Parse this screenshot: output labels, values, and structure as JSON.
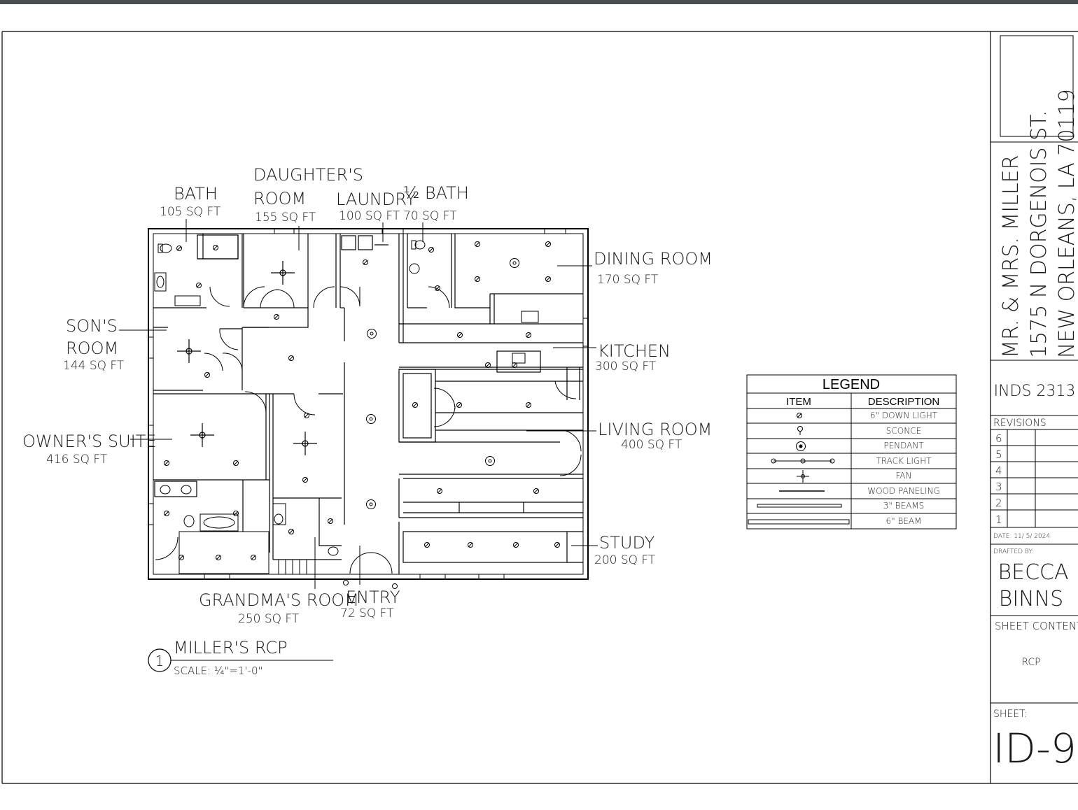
{
  "sheet": {
    "plan_title": "MILLER'S RCP",
    "plan_number": "1",
    "scale": "SCALE: ¼\"=1'-0\""
  },
  "rooms": [
    {
      "name": "BATH",
      "area": "105 SQ FT"
    },
    {
      "name_line1": "DAUGHTER'S",
      "name_line2": "ROOM",
      "area": "155 SQ FT"
    },
    {
      "name": "LAUNDRY",
      "area": "100 SQ FT"
    },
    {
      "name": "½ BATH",
      "area": "70 SQ FT"
    },
    {
      "name": "DINING ROOM",
      "area": "170 SQ FT"
    },
    {
      "name_line1": "SON'S",
      "name_line2": "ROOM",
      "area": "144 SQ FT"
    },
    {
      "name": "KITCHEN",
      "area": "300 SQ FT"
    },
    {
      "name": "OWNER'S SUITE",
      "area": "416 SQ FT"
    },
    {
      "name": "LIVING ROOM",
      "area": "400 SQ FT"
    },
    {
      "name": "STUDY",
      "area": "200 SQ FT"
    },
    {
      "name": "GRANDMA'S ROOM",
      "area": "250 SQ FT"
    },
    {
      "name": "ENTRY",
      "area": "72 SQ FT"
    }
  ],
  "legend": {
    "title": "LEGEND",
    "col_item": "ITEM",
    "col_description": "DESCRIPTION",
    "rows": [
      {
        "icon": "down-light-icon",
        "description": "6\" DOWN LIGHT"
      },
      {
        "icon": "sconce-icon",
        "description": "SCONCE"
      },
      {
        "icon": "pendant-icon",
        "description": "PENDANT"
      },
      {
        "icon": "track-light-icon",
        "description": "TRACK LIGHT"
      },
      {
        "icon": "fan-icon",
        "description": "FAN"
      },
      {
        "icon": "wood-paneling-icon",
        "description": "WOOD PANELING"
      },
      {
        "icon": "beams-3in-icon",
        "description": "3\" BEAMS"
      },
      {
        "icon": "beam-6in-icon",
        "description": "6\" BEAM"
      }
    ]
  },
  "title_block": {
    "client": "MR. & MRS. MILLER",
    "address_line1": "1575 N DORGENOIS ST.",
    "address_line2": "NEW ORLEANS, LA 70119",
    "course": "INDS 2313",
    "revisions_label": "REVISIONS",
    "revision_numbers": [
      "6",
      "5",
      "4",
      "3",
      "2",
      "1"
    ],
    "date": "DATE: 11/ 5/ 2024",
    "drafted_by_label": "DRAFTED BY:",
    "drafter_line1": "BECCA",
    "drafter_line2": "BINNS",
    "sheet_contents_label": "SHEET CONTENTS:",
    "sheet_contents": "RCP",
    "sheet_label": "SHEET:",
    "sheet_number": "ID-9"
  }
}
